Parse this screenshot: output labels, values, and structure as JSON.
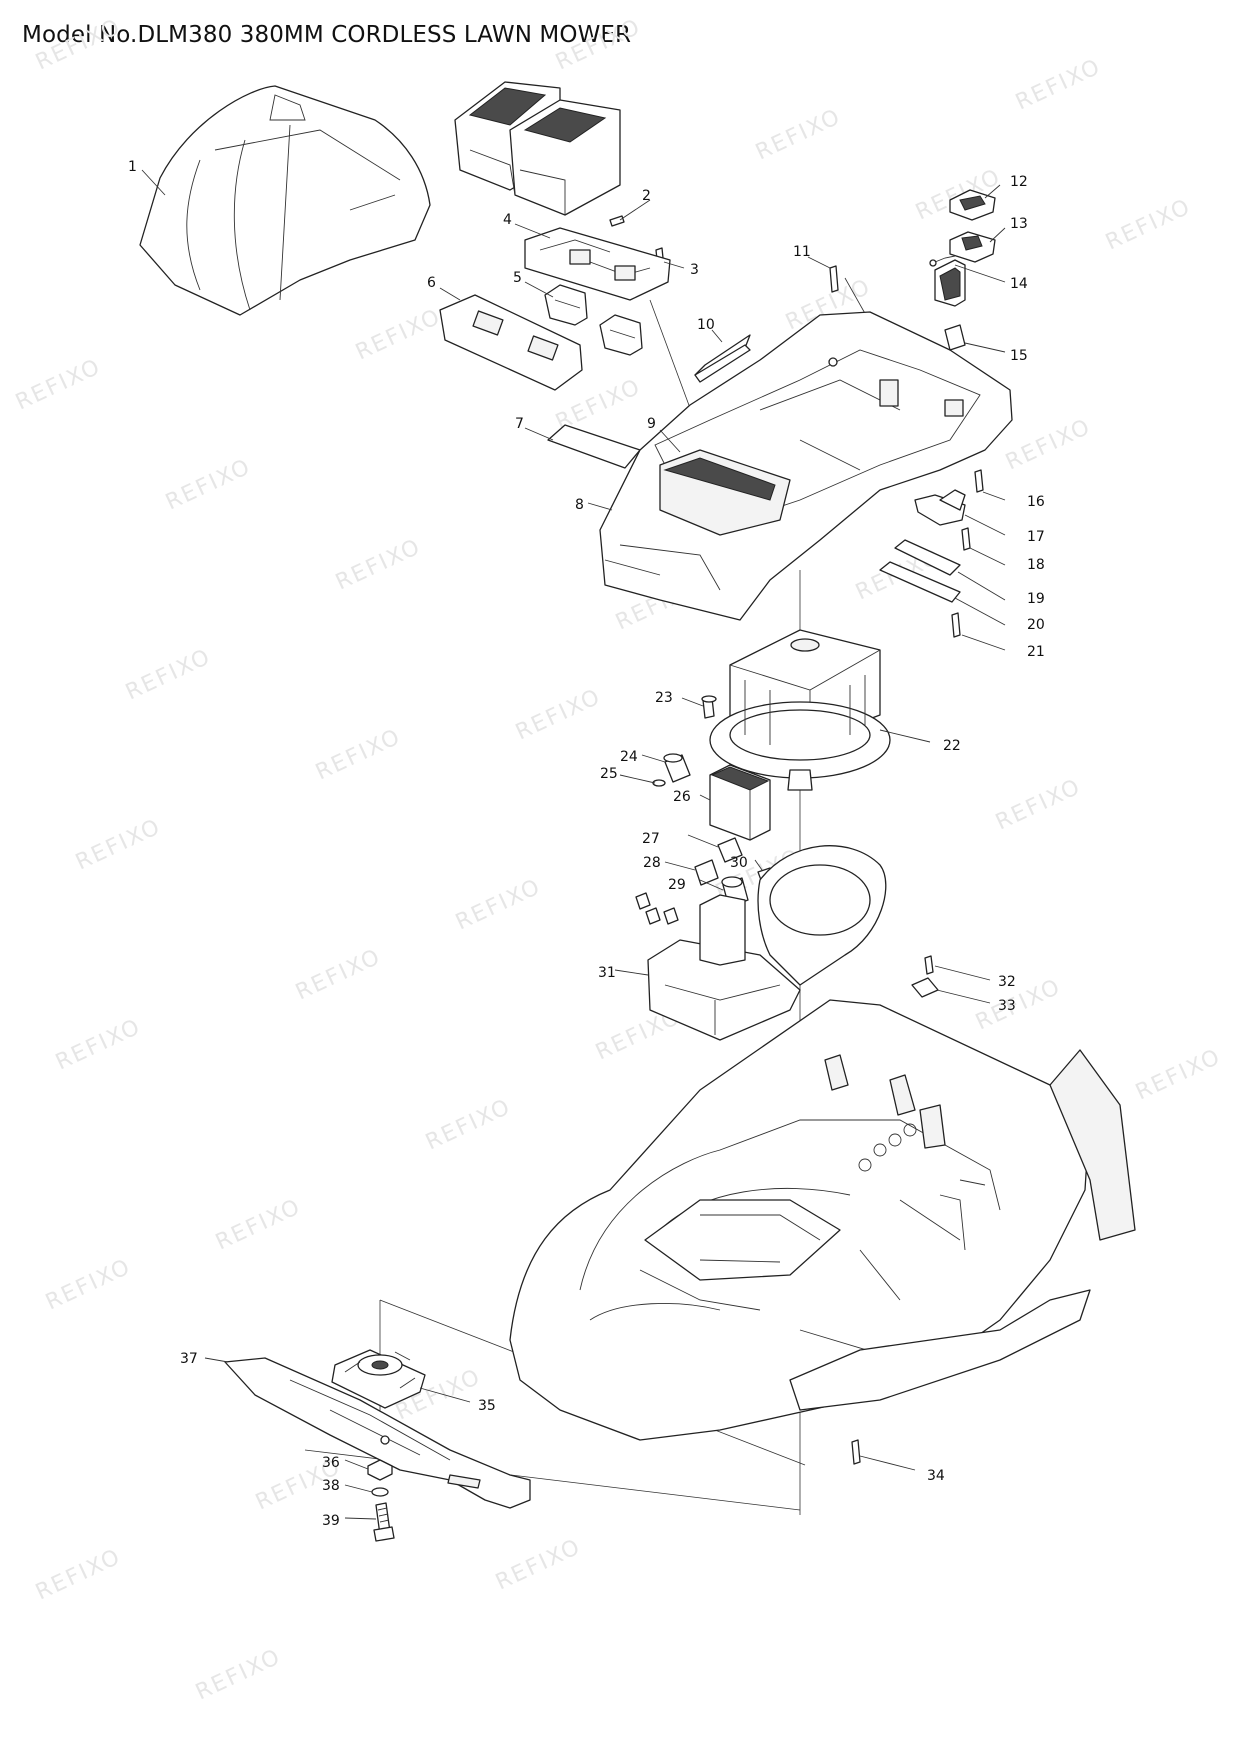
{
  "title": "Model No.DLM380 380MM CORDLESS LAWN MOWER",
  "watermark": "REFIXO",
  "callouts": [
    "1",
    "2",
    "3",
    "4",
    "5",
    "6",
    "7",
    "8",
    "9",
    "10",
    "11",
    "12",
    "13",
    "14",
    "15",
    "16",
    "17",
    "18",
    "19",
    "20",
    "21",
    "22",
    "23",
    "24",
    "25",
    "26",
    "27",
    "28",
    "29",
    "30",
    "31",
    "32",
    "33",
    "34",
    "35",
    "36",
    "37",
    "38",
    "39"
  ]
}
